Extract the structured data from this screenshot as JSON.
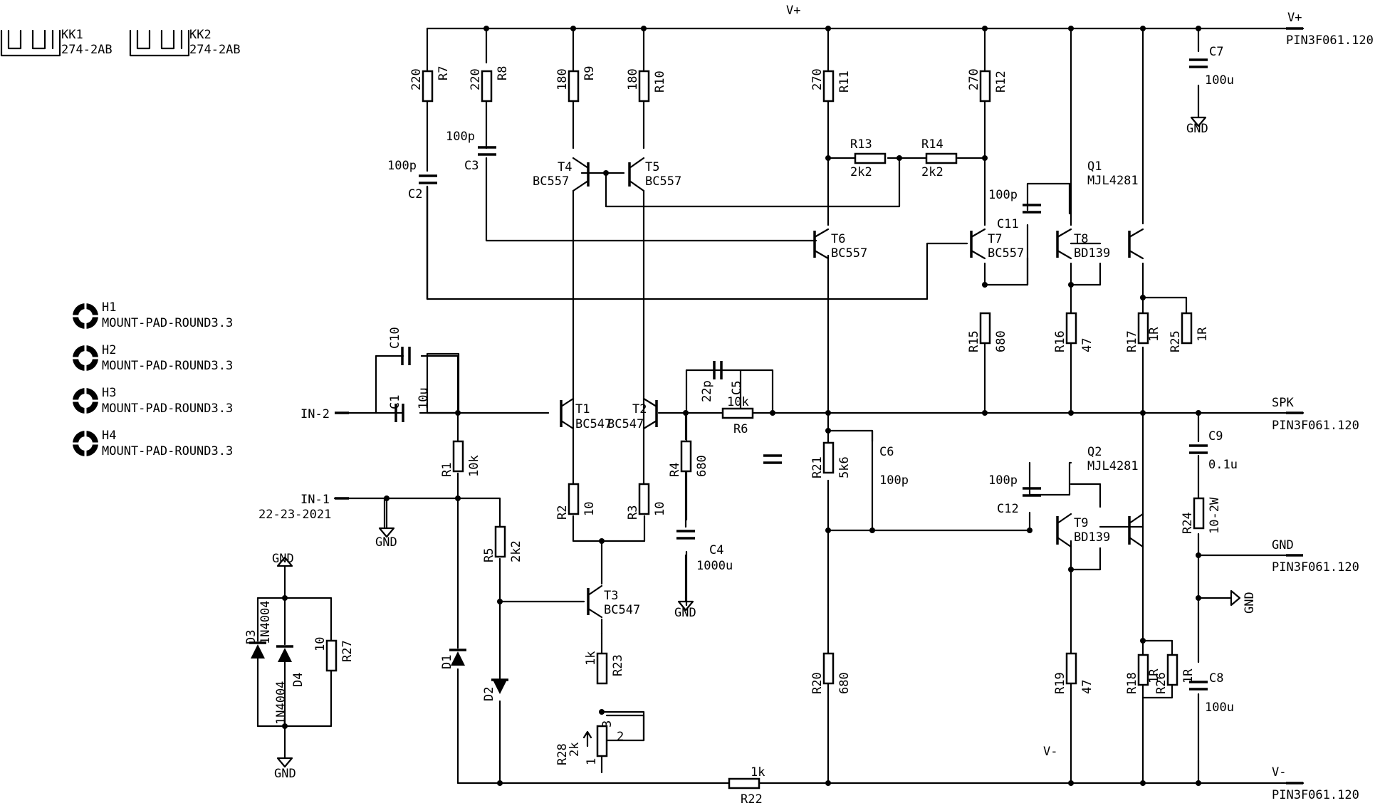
{
  "rails": {
    "vplus": "V+",
    "vminus": "V-"
  },
  "heatsinks": [
    {
      "ref": "KK1",
      "value": "274-2AB"
    },
    {
      "ref": "KK2",
      "value": "274-2AB"
    }
  ],
  "mounting_holes": [
    {
      "ref": "H1",
      "value": "MOUNT-PAD-ROUND3.3"
    },
    {
      "ref": "H2",
      "value": "MOUNT-PAD-ROUND3.3"
    },
    {
      "ref": "H3",
      "value": "MOUNT-PAD-ROUND3.3"
    },
    {
      "ref": "H4",
      "value": "MOUNT-PAD-ROUND3.3"
    }
  ],
  "inputs": {
    "in2": "IN-2",
    "in1": "IN-1",
    "in1_value": "22-23-2021"
  },
  "connectors": [
    {
      "net": "V+",
      "part": "PIN3F061.120"
    },
    {
      "net": "SPK",
      "part": "PIN3F061.120"
    },
    {
      "net": "GND",
      "part": "PIN3F061.120"
    },
    {
      "net": "V-",
      "part": "PIN3F061.120"
    }
  ],
  "gnd": "GND",
  "resistors": {
    "R1": "10k",
    "R2": "10",
    "R3": "10",
    "R4": "680",
    "R5": "2k2",
    "R6": "10k",
    "R7": "220",
    "R8": "220",
    "R9": "180",
    "R10": "180",
    "R11": "270",
    "R12": "270",
    "R13": "2k2",
    "R14": "2k2",
    "R15": "680",
    "R16": "47",
    "R17": "1R",
    "R18": "1R",
    "R19": "47",
    "R20": "680",
    "R21": "5k6",
    "R22": "1k",
    "R23": "1k",
    "R24": "10-2W",
    "R25": "1R",
    "R26": "1R",
    "R27": "10",
    "R28": "2k"
  },
  "capacitors": {
    "C1": "10u",
    "C2": "100p",
    "C3": "100p",
    "C4": "1000u",
    "C5": "22p",
    "C6": "100p",
    "C7": "100u",
    "C8": "100u",
    "C9": "0.1u",
    "C10": "",
    "C11": "100p",
    "C12": "100p"
  },
  "transistors": {
    "T1": "BC547",
    "T2": "BC547",
    "T3": "BC547",
    "T4": "BC557",
    "T5": "BC557",
    "T6": "BC557",
    "T7": "BC557",
    "T8": "BD139",
    "T9": "BD139",
    "Q1": "MJL4281",
    "Q2": "MJL4281"
  },
  "diodes": {
    "D1": "",
    "D2": "",
    "D3": "1N4004",
    "D4": "1N4004"
  },
  "pot_pins": {
    "p1": "1",
    "p2": "2",
    "p3": "3"
  }
}
